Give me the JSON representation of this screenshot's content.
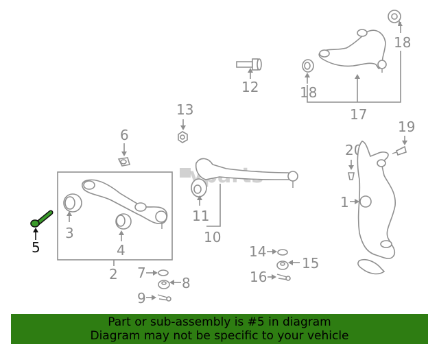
{
  "watermark": "vparts",
  "banner": {
    "line1": "Part or sub-assembly is #5 in diagram",
    "line2": "Diagram may not be specific to your vehicle"
  },
  "highlighted_part": "5",
  "callouts": {
    "c1": "1",
    "c2": "2",
    "c3": "3",
    "c4": "4",
    "c5": "5",
    "c6": "6",
    "c7": "7",
    "c8": "8",
    "c9": "9",
    "c10": "10",
    "c11": "11",
    "c12": "12",
    "c13": "13",
    "c14": "14",
    "c15": "15",
    "c16": "16",
    "c17": "17",
    "c18a": "18",
    "c18b": "18",
    "c19": "19",
    "c20": "20"
  },
  "colors": {
    "banner": "#2e7d12",
    "part_line": "#8f8f8f",
    "highlight": "#111111"
  }
}
